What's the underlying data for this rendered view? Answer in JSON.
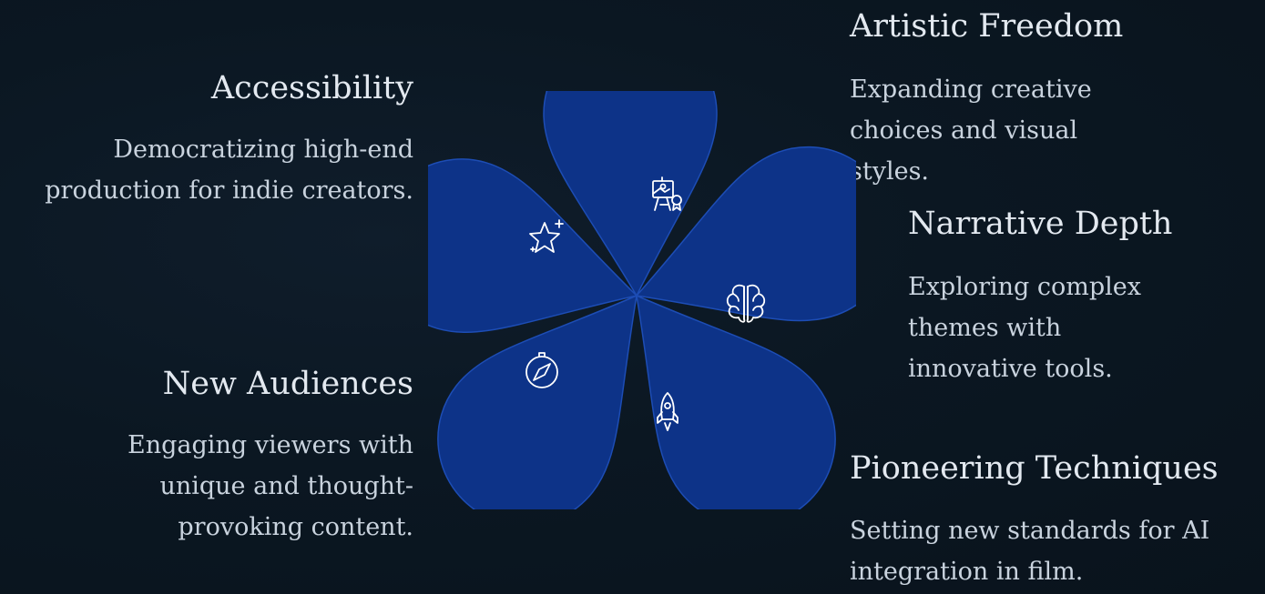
{
  "items": [
    {
      "title": "Accessibility",
      "desc": "Democratizing high-end production for indie creators.",
      "icon": "star-icon"
    },
    {
      "title": "Artistic Freedom",
      "desc": "Expanding creative choices and visual styles.",
      "icon": "easel-icon"
    },
    {
      "title": "Narrative Depth",
      "desc": "Exploring complex themes with innovative tools.",
      "icon": "brain-icon"
    },
    {
      "title": "New Audiences",
      "desc": "Engaging viewers with unique and thought-provoking content.",
      "icon": "compass-icon"
    },
    {
      "title": "Pioneering Techniques",
      "desc": "Setting new standards for AI integration in film.",
      "icon": "rocket-icon"
    }
  ],
  "colors": {
    "background": "#0b1722",
    "petal_fill": "#0d3388",
    "petal_stroke": "#1d4db5",
    "icon_stroke": "#ffffff"
  }
}
